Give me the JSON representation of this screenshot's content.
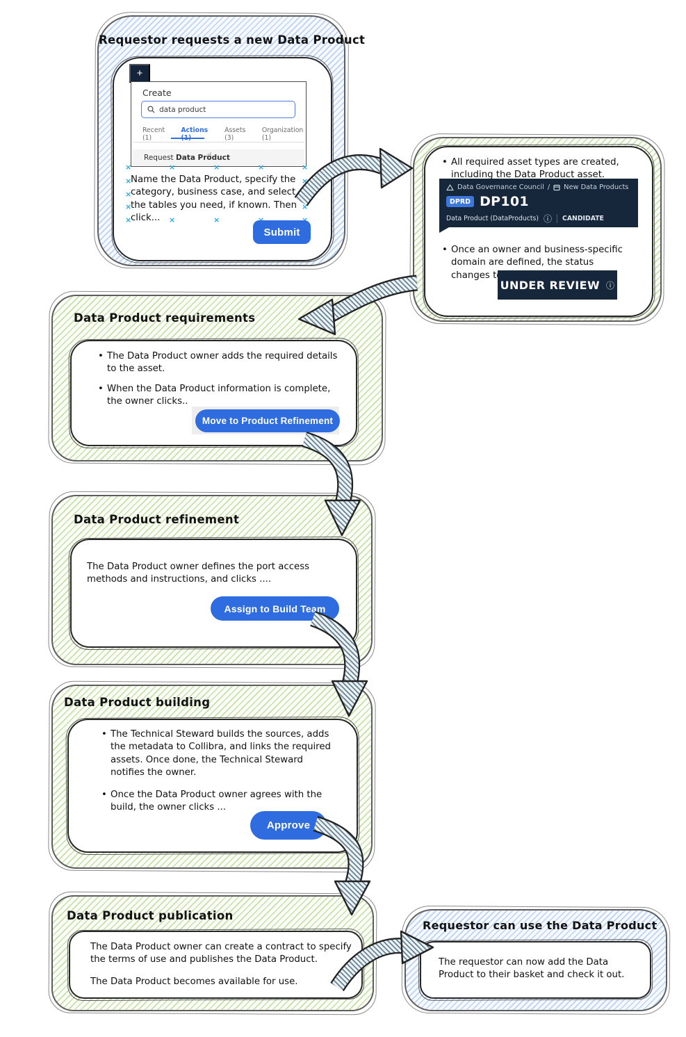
{
  "request_box": {
    "title": "Requestor requests a new Data Product",
    "plus_label": "+",
    "create_label": "Create",
    "search_value": "data product",
    "tabs": [
      {
        "label": "Recent (1)"
      },
      {
        "label": "Actions (1)"
      },
      {
        "label": "Assets (3)"
      },
      {
        "label": "Organization (1)"
      }
    ],
    "result_prefix": "Request",
    "result_name": "Data Product",
    "marker_glyph": "×",
    "cursor_glyph": "☝",
    "note": "Name the Data Product, specify the category, business case, and select the tables you need, if known. Then click...",
    "submit_label": "Submit"
  },
  "assets_box": {
    "bullet1": "All required asset types are created, including the Data Product asset.",
    "breadcrumb": {
      "community": "Data Governance Council",
      "separator": "/",
      "domain": "New Data Products"
    },
    "asset_badge": "DPRD",
    "asset_id": "DP101",
    "asset_type": "Data Product (DataProducts)",
    "status": "CANDIDATE",
    "bullet2": "Once an owner and business-specific domain are defined, the status changes to",
    "status_badge": "UNDER REVIEW"
  },
  "requirements_box": {
    "title": "Data Product requirements",
    "bullet1": "The Data Product owner adds the required details to the asset.",
    "bullet2": "When the Data Product information is complete, the owner clicks..",
    "button": "Move to Product Refinement"
  },
  "refinement_box": {
    "title": "Data Product refinement",
    "text": "The Data Product owner defines the port access methods and instructions, and clicks ....",
    "button": "Assign to Build Team"
  },
  "building_box": {
    "title": "Data Product building",
    "bullet1": "The Technical Steward builds the sources, adds the metadata to Collibra, and links the required assets. Once done, the Technical Steward notifies the owner.",
    "bullet2": "Once the Data Product owner agrees with the build, the owner clicks ...",
    "button": "Approve"
  },
  "publication_box": {
    "title": "Data Product publication",
    "p1": "The Data Product owner can create a contract to specify the terms of use and publishes the Data Product.",
    "p2": "The Data Product becomes available for use."
  },
  "use_box": {
    "title": "Requestor can use the Data Product",
    "text": "The requestor can now add the Data Product to their basket and check it out."
  },
  "info_icon": "ⓘ",
  "colors": {
    "accent_blue": "#2e6ce0",
    "banner_navy": "#16263b",
    "hatch_blue": "#bcd2f1",
    "hatch_green": "#c6dfa9",
    "arrow_hatch": "#5d7a8c",
    "tab_active_blue": "#2f6fe4",
    "marker_blue": "#2ea8e0"
  }
}
